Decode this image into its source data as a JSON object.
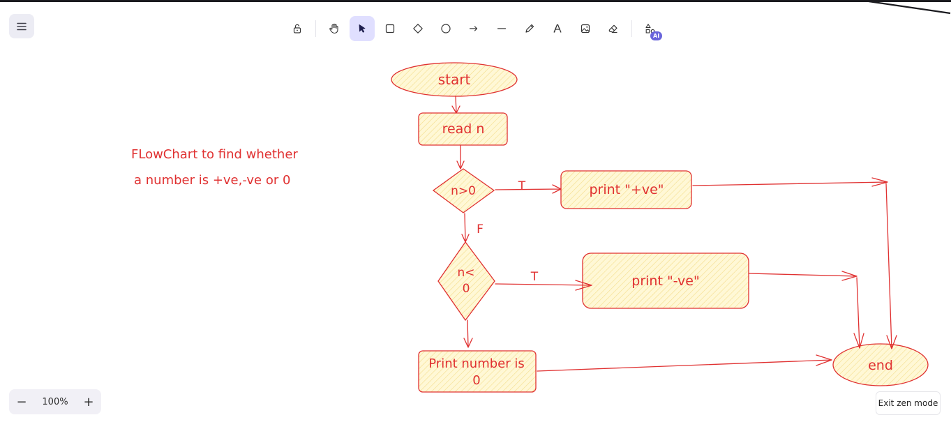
{
  "toolbar": {
    "tools": [
      {
        "name": "lock"
      },
      {
        "name": "hand"
      },
      {
        "name": "selection"
      },
      {
        "name": "rectangle"
      },
      {
        "name": "diamond"
      },
      {
        "name": "ellipse"
      },
      {
        "name": "arrow"
      },
      {
        "name": "line"
      },
      {
        "name": "draw"
      },
      {
        "name": "text"
      },
      {
        "name": "image"
      },
      {
        "name": "eraser"
      },
      {
        "name": "more-shapes"
      }
    ],
    "active_tool": "selection",
    "ai_badge": "AI"
  },
  "zoom": {
    "minus": "−",
    "value": "100%",
    "plus": "+"
  },
  "exit_zen": "Exit zen mode",
  "canvas": {
    "title_line1": "FLowChart to find whether",
    "title_line2": "a number is +ve,-ve or 0",
    "start": "start",
    "read": "read n",
    "cond1": "n>0",
    "print_pos": "print \"+ve\"",
    "cond2_line1": "n<",
    "cond2_line2": "0",
    "print_neg": "print \"-ve\"",
    "print_zero_line1": "Print number is",
    "print_zero_line2": "0",
    "end": "end",
    "label_t1": "T",
    "label_f": "F",
    "label_t2": "T"
  },
  "colors": {
    "stroke": "#e03131",
    "fill": "#fff3bf",
    "accent": "#6965db",
    "active_tool_bg": "#e0dfff"
  }
}
